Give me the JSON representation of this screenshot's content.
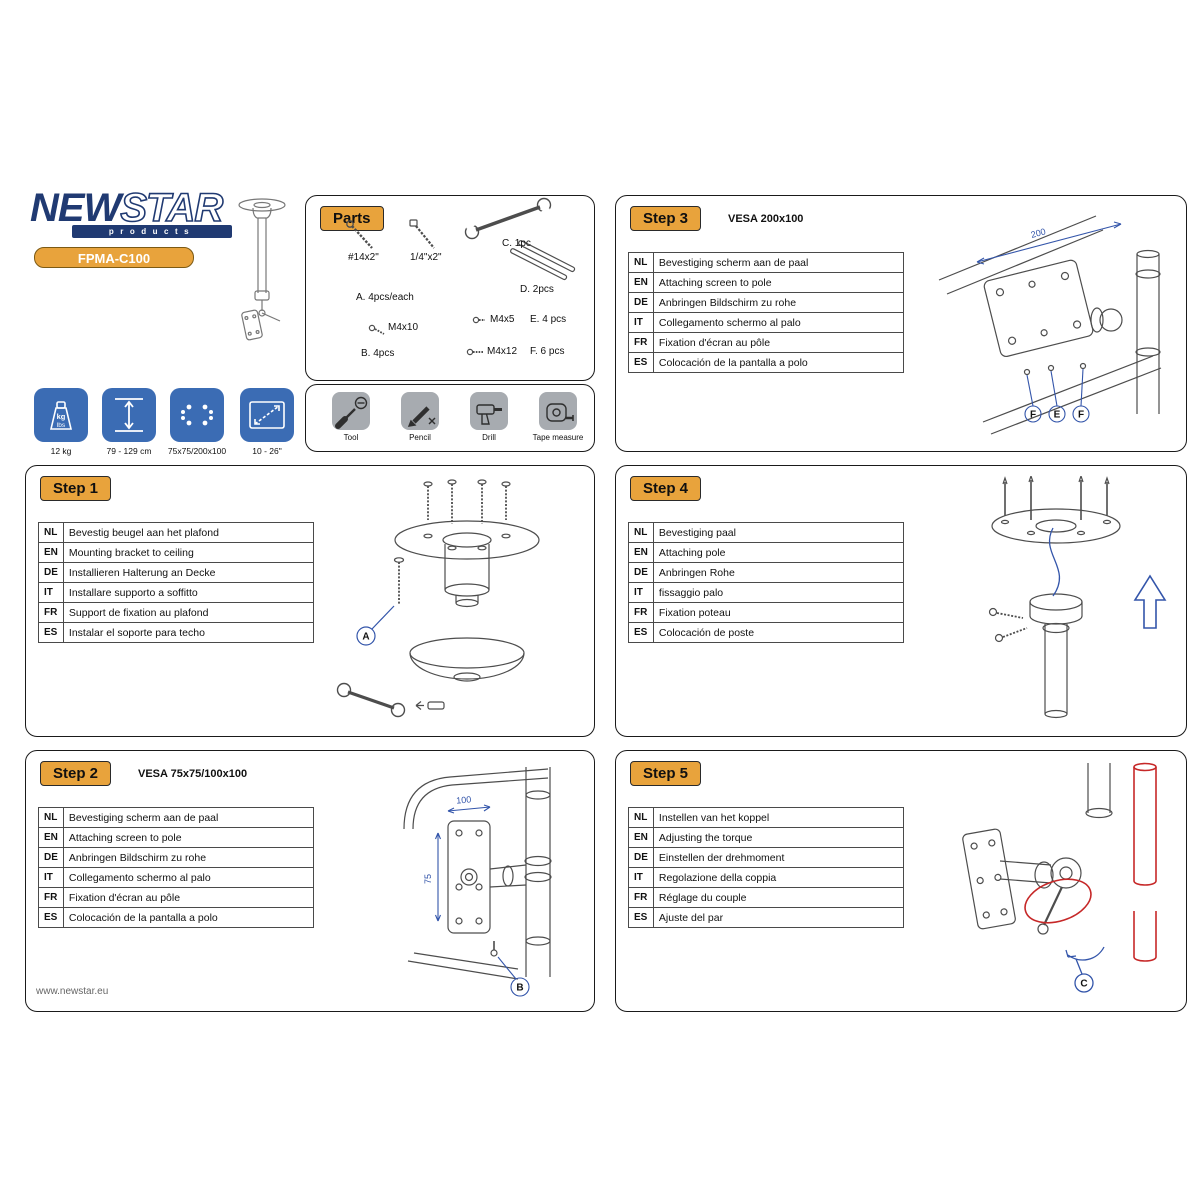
{
  "colors": {
    "accent_badge": "#E8A33C",
    "navy": "#203A72",
    "tile_blue": "#3B6CB4",
    "dimension_blue": "#3355AA",
    "highlight_red": "#C62828"
  },
  "brand": {
    "logo_new": "NEW",
    "logo_star": "STAR",
    "logo_products": "products",
    "model": "FPMA-C100",
    "website": "www.newstar.eu"
  },
  "parts": {
    "title": "Parts",
    "screw1_label": "#14x2\"",
    "screw2_label": "1/4\"x2\"",
    "a_label": "A. 4pcs/each",
    "m4x10_label": "M4x10",
    "b_label": "B. 4pcs",
    "c_label": "C. 1pc",
    "d_label": "D. 2pcs",
    "m4x5_label": "M4x5",
    "e_label": "E. 4 pcs",
    "m4x12_label": "M4x12",
    "f_label": "F. 6 pcs"
  },
  "specs": [
    {
      "name": "max-weight",
      "label": "12 kg",
      "glyph_top": "kg",
      "glyph_bottom": "lbs"
    },
    {
      "name": "height-range",
      "label": "79 - 129 cm"
    },
    {
      "name": "vesa-sizes",
      "label": "75x75/200x100"
    },
    {
      "name": "screen-size",
      "label": "10 - 26\""
    }
  ],
  "tools": [
    {
      "name": "tool",
      "label": "Tool"
    },
    {
      "name": "pencil",
      "label": "Pencil"
    },
    {
      "name": "drill",
      "label": "Drill"
    },
    {
      "name": "tape-measure",
      "label": "Tape measure"
    }
  ],
  "steps": [
    {
      "title": "Step 1",
      "subtitle": "",
      "marker": "A",
      "rows": [
        {
          "code": "NL",
          "text": "Bevestig beugel aan het plafond"
        },
        {
          "code": "EN",
          "text": "Mounting bracket to ceiling"
        },
        {
          "code": "DE",
          "text": "Installieren Halterung an Decke"
        },
        {
          "code": "IT",
          "text": "Installare supporto a soffitto"
        },
        {
          "code": "FR",
          "text": "Support de fixation au plafond"
        },
        {
          "code": "ES",
          "text": "Instalar el soporte para techo"
        }
      ]
    },
    {
      "title": "Step 2",
      "subtitle": "VESA 75x75/100x100",
      "marker": "B",
      "dim_width": "100",
      "dim_height": "75",
      "rows": [
        {
          "code": "NL",
          "text": "Bevestiging scherm aan de paal"
        },
        {
          "code": "EN",
          "text": "Attaching screen to pole"
        },
        {
          "code": "DE",
          "text": "Anbringen Bildschirm zu rohe"
        },
        {
          "code": "IT",
          "text": "Collegamento schermo al palo"
        },
        {
          "code": "FR",
          "text": "Fixation d'écran au pôle"
        },
        {
          "code": "ES",
          "text": "Colocación de la pantalla a polo"
        }
      ]
    },
    {
      "title": "Step 3",
      "subtitle": "VESA 200x100",
      "dim_width": "200",
      "markers": [
        "F",
        "E",
        "F"
      ],
      "rows": [
        {
          "code": "NL",
          "text": "Bevestiging scherm aan de paal"
        },
        {
          "code": "EN",
          "text": "Attaching screen to pole"
        },
        {
          "code": "DE",
          "text": "Anbringen Bildschirm zu rohe"
        },
        {
          "code": "IT",
          "text": "Collegamento schermo al palo"
        },
        {
          "code": "FR",
          "text": "Fixation d'écran au pôle"
        },
        {
          "code": "ES",
          "text": "Colocación de la pantalla a polo"
        }
      ]
    },
    {
      "title": "Step 4",
      "subtitle": "",
      "rows": [
        {
          "code": "NL",
          "text": "Bevestiging paal"
        },
        {
          "code": "EN",
          "text": "Attaching pole"
        },
        {
          "code": "DE",
          "text": "Anbringen Rohe"
        },
        {
          "code": "IT",
          "text": "fissaggio palo"
        },
        {
          "code": "FR",
          "text": "Fixation poteau"
        },
        {
          "code": "ES",
          "text": "Colocación de poste"
        }
      ]
    },
    {
      "title": "Step 5",
      "subtitle": "",
      "marker": "C",
      "rows": [
        {
          "code": "NL",
          "text": "Instellen van het koppel"
        },
        {
          "code": "EN",
          "text": "Adjusting the torque"
        },
        {
          "code": "DE",
          "text": "Einstellen der drehmoment"
        },
        {
          "code": "IT",
          "text": "Regolazione della coppia"
        },
        {
          "code": "FR",
          "text": "Réglage du couple"
        },
        {
          "code": "ES",
          "text": "Ajuste del par"
        }
      ]
    }
  ]
}
